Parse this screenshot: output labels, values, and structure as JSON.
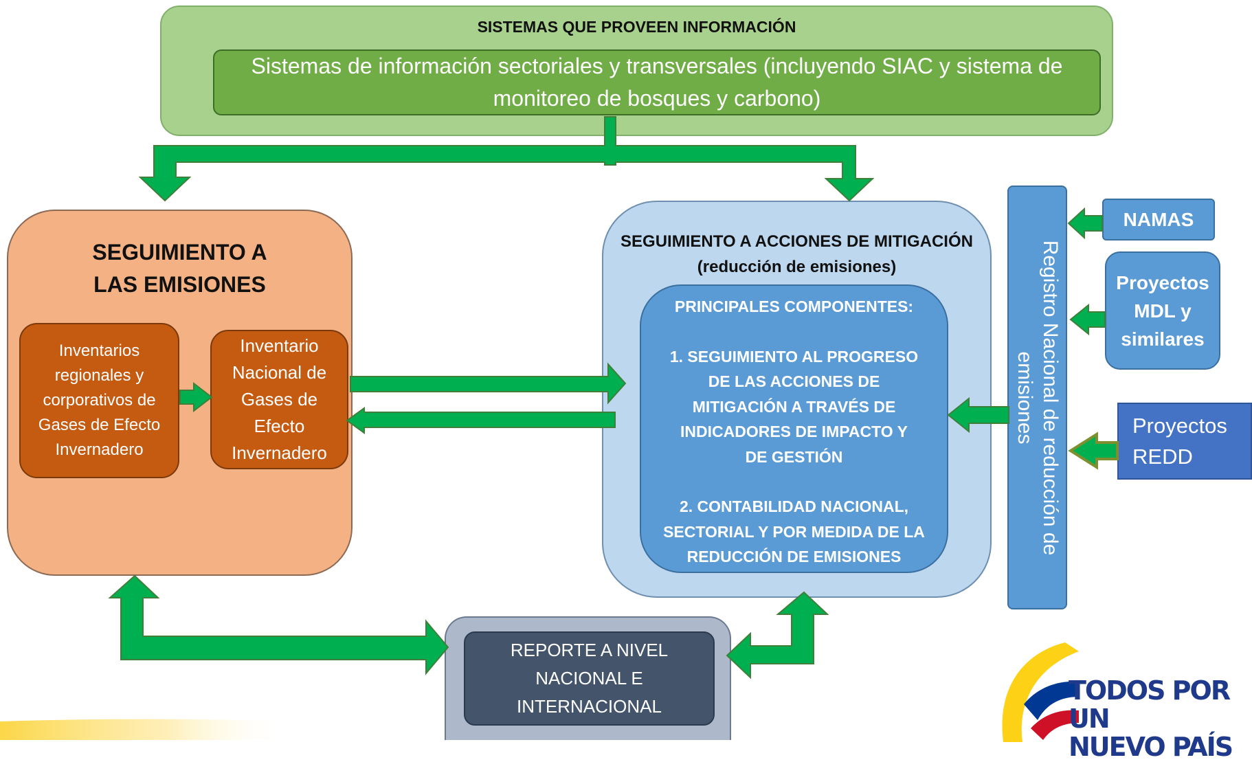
{
  "top": {
    "title": "SISTEMAS QUE PROVEEN INFORMACIÓN",
    "inner_line1": "Sistemas de información sectoriales y transversales (incluyendo SIAC y sistema de",
    "inner_line2": "monitoreo de bosques y carbono)"
  },
  "emissions": {
    "title_line1": "SEGUIMIENTO A",
    "title_line2": "LAS EMISIONES",
    "regional": [
      "Inventarios",
      "regionales y",
      "corporativos de",
      "Gases de Efecto",
      "Invernadero"
    ],
    "national": [
      "Inventario",
      "Nacional de",
      "Gases de",
      "Efecto",
      "Invernadero"
    ]
  },
  "mitigation": {
    "title_line1": "SEGUIMIENTO A ACCIONES DE MITIGACIÓN",
    "title_line2": "(reducción de emisiones)",
    "components_title": "PRINCIPALES COMPONENTES:",
    "item1": [
      "1.  SEGUIMIENTO AL PROGRESO",
      "DE LAS ACCIONES DE",
      "MITIGACIÓN A TRAVÉS DE",
      "INDICADORES DE IMPACTO Y",
      "DE GESTIÓN"
    ],
    "item2": [
      "2. CONTABILIDAD NACIONAL,",
      "SECTORIAL Y POR MEDIDA DE LA",
      "REDUCCIÓN DE EMISIONES"
    ]
  },
  "registry": {
    "line1": "Registro Nacional de reducción de",
    "line2": "emisiones"
  },
  "sources": {
    "namas": "NAMAS",
    "mdl": [
      "Proyectos",
      "MDL y",
      "similares"
    ],
    "redd": [
      "Proyectos",
      "REDD"
    ]
  },
  "report": [
    "REPORTE A NIVEL",
    "NACIONAL E",
    "INTERNACIONAL"
  ],
  "logo": {
    "line1": "TODOS POR UN",
    "line2": "NUEVO PAÍS"
  },
  "colors": {
    "arrow_green": "#00b050",
    "arrow_outline": "#3f7f3a",
    "light_green": "#a9d18e",
    "mid_green": "#70ad47",
    "orange_light": "#f4b183",
    "orange_dark": "#c55a11",
    "blue_light": "#bdd7ee",
    "blue_mid": "#5b9bd5",
    "blue_dark": "#4472c4",
    "slate": "#44546a",
    "logo_yellow": "#fcd116",
    "logo_blue": "#003893",
    "logo_red": "#ce1126"
  }
}
